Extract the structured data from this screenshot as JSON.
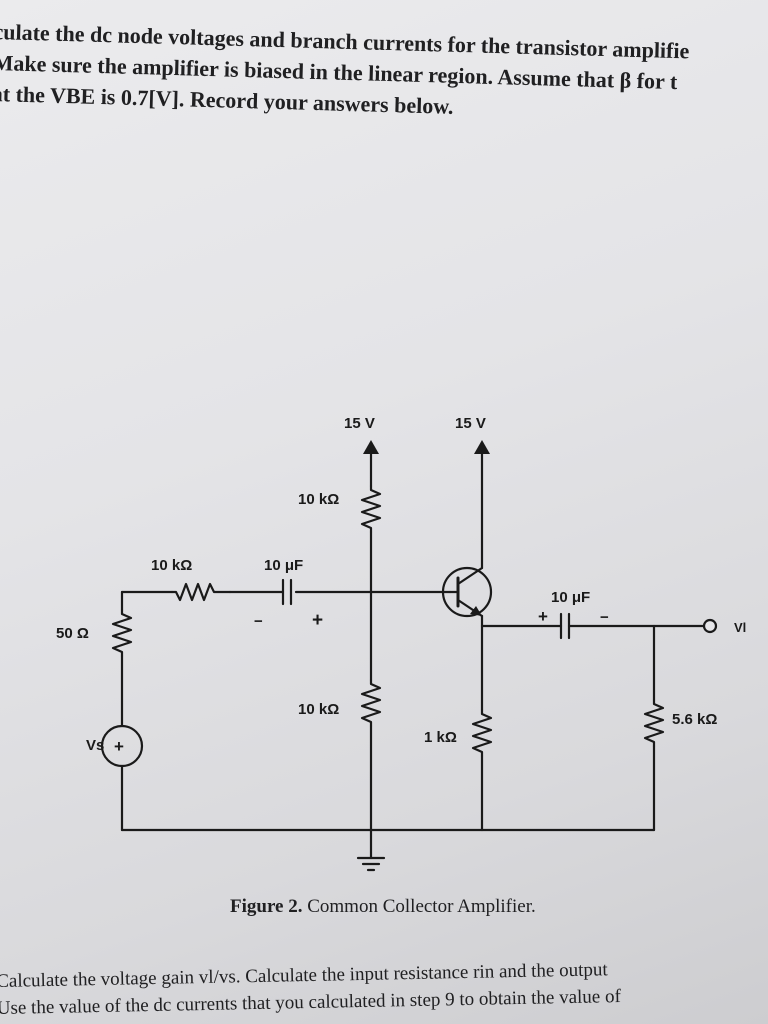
{
  "header_text": {
    "line1": "culate the dc node voltages and branch currents for the transistor amplifie",
    "line2": "Make sure the amplifier is biased in the linear region. Assume that β for t",
    "line3": "at the VBE is 0.7[V]. Record your answers below."
  },
  "circuit": {
    "supply_left": "15 V",
    "supply_right": "15 V",
    "r_top": "10 kΩ",
    "r_series": "10 kΩ",
    "c_in": "10 μF",
    "c_in_minus": "−",
    "c_in_plus": "+",
    "r_source": "50 Ω",
    "r_bottom": "10 kΩ",
    "source_label": "Vs",
    "source_plus": "+",
    "r_emitter": "1 kΩ",
    "c_out": "10 μF",
    "c_out_plus": "+",
    "c_out_minus": "−",
    "r_load": "5.6 kΩ",
    "output_label": "Vl"
  },
  "caption": {
    "figure_label": "Figure 2.",
    "figure_title": "Common Collector Amplifier."
  },
  "footer_text": {
    "line1": "Calculate the voltage gain vl/vs.  Calculate the input resistance rin and the output",
    "line2": "Use the value of the dc currents that you calculated in step 9 to obtain the value of"
  },
  "colors": {
    "paper": "#e6e6e9",
    "ink": "#1a1a1a"
  }
}
